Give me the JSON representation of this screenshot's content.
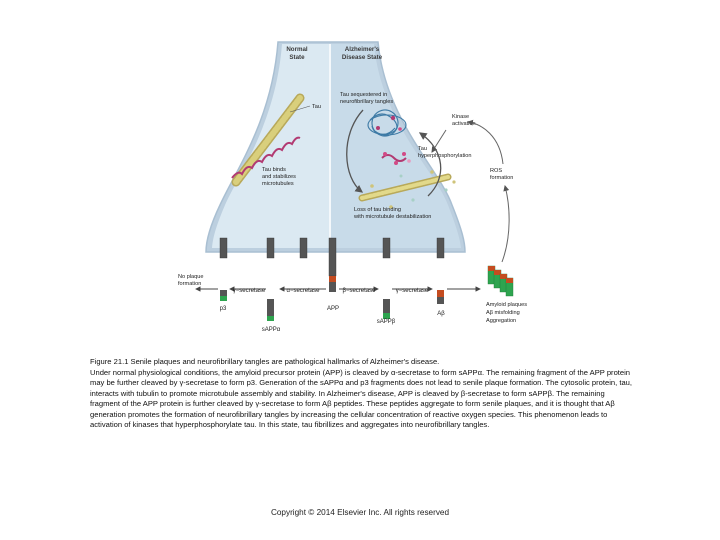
{
  "diagram": {
    "headers": {
      "normal": [
        "Normal",
        "State"
      ],
      "ad": [
        "Alzheimer's",
        "Disease State"
      ]
    },
    "labels": {
      "tau": "Tau",
      "tau_binds": [
        "Tau binds",
        "and stabilizes",
        "microtubules"
      ],
      "tau_sequestered": [
        "Tau sequestered in",
        "neurofibrillary tangles"
      ],
      "kinase": [
        "Kinase",
        "activation"
      ],
      "tau_hyper": [
        "Tau",
        "hyperphosphorylation"
      ],
      "ros": [
        "ROS",
        "formation"
      ],
      "loss_tau": [
        "Loss of tau binding",
        "with microtubule destabilization"
      ],
      "no_plaque": [
        "No plaque",
        "formation"
      ],
      "gamma_secretase_left": "γ−secretase",
      "alpha_secretase": "α−secretase",
      "beta_secretase": "β−secretase",
      "gamma_secretase_right": "γ−secretase",
      "p3": "p3",
      "sappa": "sAPPα",
      "app": "APP",
      "sappb": "sAPPβ",
      "abeta": "Aβ",
      "amyloid": [
        "Amyloid plaques",
        "Aβ misfolding",
        "Aggregation"
      ]
    },
    "colors": {
      "normal_bg": "#d8e7f1",
      "ad_bg": "#c4d7e6",
      "membrane": "#bccfdf",
      "fragment": "#2ea44f",
      "plaque": "#c44c20",
      "microtubule": "#c8c06a",
      "tau": "#b23a72"
    }
  },
  "caption": {
    "title": "Figure 21.1 Senile plaques and neurofibrillary tangles are pathological hallmarks of Alzheimer's disease.",
    "body": "Under normal physiological conditions, the amyloid precursor protein (APP) is cleaved by α-secretase to form sAPPα. The remaining fragment of the APP protein may be further cleaved by γ-secretase to form p3. Generation of the sAPPα and p3 fragments does not lead to senile plaque formation. The cytosolic protein, tau, interacts with tubulin to promote microtubule assembly and stability. In Alzheimer's disease, APP is cleaved by β-secretase to form sAPPβ. The remaining fragment of the APP protein is further cleaved by γ-secretase to form Aβ peptides. These peptides aggregate to form senile plaques, and it is thought that Aβ generation promotes the formation of neurofibrillary tangles by increasing the cellular concentration of reactive oxygen species. This phenomenon leads to activation of kinases that hyperphosphorylate tau. In this state, tau fibrillizes and aggregates into neurofibrillary tangles."
  },
  "copyright": "Copyright © 2014 Elsevier Inc. All rights reserved"
}
